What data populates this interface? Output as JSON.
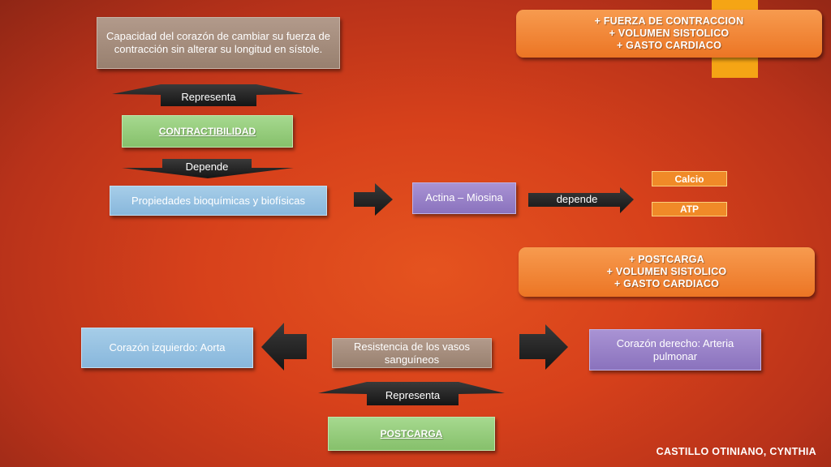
{
  "definition_box": "Capacidad del corazón de cambiar su fuerza de contracción sin alterar su longitud en sístole.",
  "top_result_box": [
    "+ FUERZA DE CONTRACCION",
    "+ VOLUMEN SISTOLICO",
    "+ GASTO CARDIACO"
  ],
  "represents_label_1": "Representa",
  "contractility_box": "CONTRACTIBILIDAD",
  "depends_label": "Depende",
  "properties_box": "Propiedades bioquímicas y biofísicas",
  "actin_myosin_box": "Actina – Miosina",
  "depende_arrow_label": "depende",
  "calcio_box": "Calcio",
  "atp_box": "ATP",
  "bottom_result_box": [
    "+ POSTCARGA",
    "+ VOLUMEN SISTOLICO",
    "+ GASTO CARDIACO"
  ],
  "left_heart_box": "Corazón izquierdo: Aorta",
  "resistance_box": "Resistencia de los vasos sanguíneos",
  "right_heart_box": "Corazón derecho: Arteria pulmonar",
  "represents_label_2": "Representa",
  "postcarga_box": "POSTCARGA",
  "author": "CASTILLO OTINIANO, CYNTHIA",
  "colors": {
    "background": "#d7411b",
    "accent_yellow": "#f5a515",
    "orange_box": "#ec7524",
    "green_box": "#86c06b",
    "blue_box": "#88b7dc",
    "purple_box": "#8a72bd",
    "tan_box": "#98806f",
    "arrow_dark": "#2b2b2b"
  }
}
